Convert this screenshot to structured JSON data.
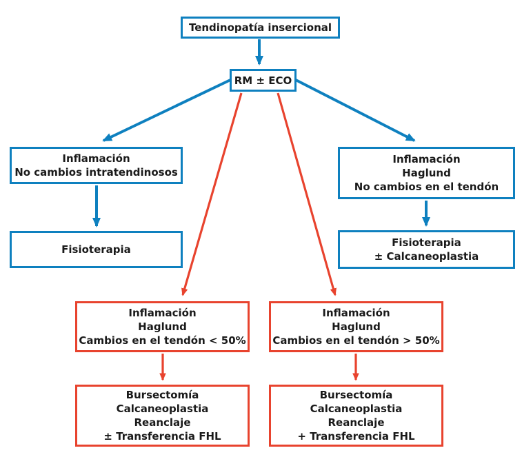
{
  "colors": {
    "blue": "#0e80bf",
    "red": "#e8432e",
    "text": "#1a1a1a"
  },
  "nodes": {
    "root": {
      "lines": [
        "Tendinopatía insercional"
      ]
    },
    "rm_eco": {
      "lines": [
        "RM ± ECO"
      ]
    },
    "left_dx": {
      "lines": [
        "Inflamación",
        "No cambios intratendinosos"
      ]
    },
    "left_tx": {
      "lines": [
        "Fisioterapia"
      ]
    },
    "right_dx": {
      "lines": [
        "Inflamación",
        "Haglund",
        "No cambios en el tendón"
      ]
    },
    "right_tx": {
      "lines": [
        "Fisioterapia",
        "± Calcaneoplastia"
      ]
    },
    "midleft_dx": {
      "lines": [
        "Inflamación",
        "Haglund",
        "Cambios en el tendón < 50%"
      ]
    },
    "midleft_tx": {
      "lines": [
        "Bursectomía",
        "Calcaneoplastia",
        "Reanclaje",
        "± Transferencia FHL"
      ]
    },
    "midright_dx": {
      "lines": [
        "Inflamación",
        "Haglund",
        "Cambios en el tendón > 50%"
      ]
    },
    "midright_tx": {
      "lines": [
        "Bursectomía",
        "Calcaneoplastia",
        "Reanclaje",
        "+ Transferencia FHL"
      ]
    }
  }
}
